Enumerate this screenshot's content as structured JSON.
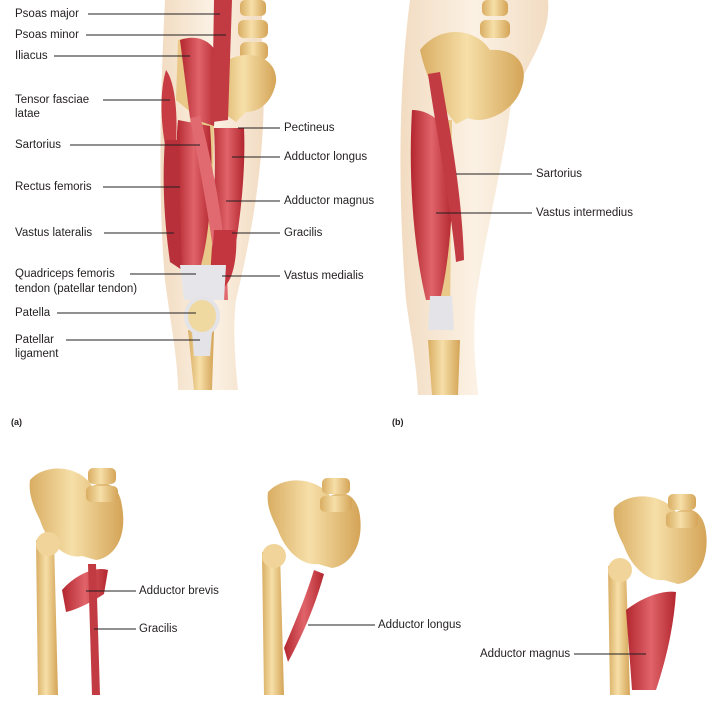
{
  "panel_a": {
    "panel_label": "(a)",
    "labels_left": {
      "psoas_major": "Psoas major",
      "psoas_minor": "Psoas minor",
      "iliacus": "Iliacus",
      "tensor_fasciae_latae_1": "Tensor fasciae",
      "tensor_fasciae_latae_2": "latae",
      "sartorius": "Sartorius",
      "rectus_femoris": "Rectus femoris",
      "vastus_lateralis": "Vastus lateralis",
      "quadriceps_tendon_1": "Quadriceps femoris",
      "quadriceps_tendon_2": "tendon (patellar tendon)",
      "patella": "Patella",
      "patellar_ligament_1": "Patellar",
      "patellar_ligament_2": "ligament"
    },
    "labels_right": {
      "pectineus": "Pectineus",
      "adductor_longus": "Adductor longus",
      "adductor_magnus": "Adductor magnus",
      "gracilis": "Gracilis",
      "vastus_medialis": "Vastus medialis"
    }
  },
  "panel_b": {
    "panel_label": "(b)",
    "labels": {
      "sartorius": "Sartorius",
      "vastus_intermedius": "Vastus intermedius"
    }
  },
  "panel_c": {
    "labels": {
      "adductor_brevis": "Adductor brevis",
      "gracilis": "Gracilis"
    }
  },
  "panel_d": {
    "labels": {
      "adductor_longus": "Adductor longus"
    }
  },
  "panel_e": {
    "labels": {
      "adductor_magnus": "Adductor magnus"
    }
  },
  "colors": {
    "bone": "#f1d49a",
    "bone_shade": "#d9ad62",
    "skin": "#f8ead8",
    "muscle": "#d8484f",
    "muscle_dark": "#a8262e",
    "tendon": "#e6e6ea",
    "leader_line": "#231f20"
  }
}
